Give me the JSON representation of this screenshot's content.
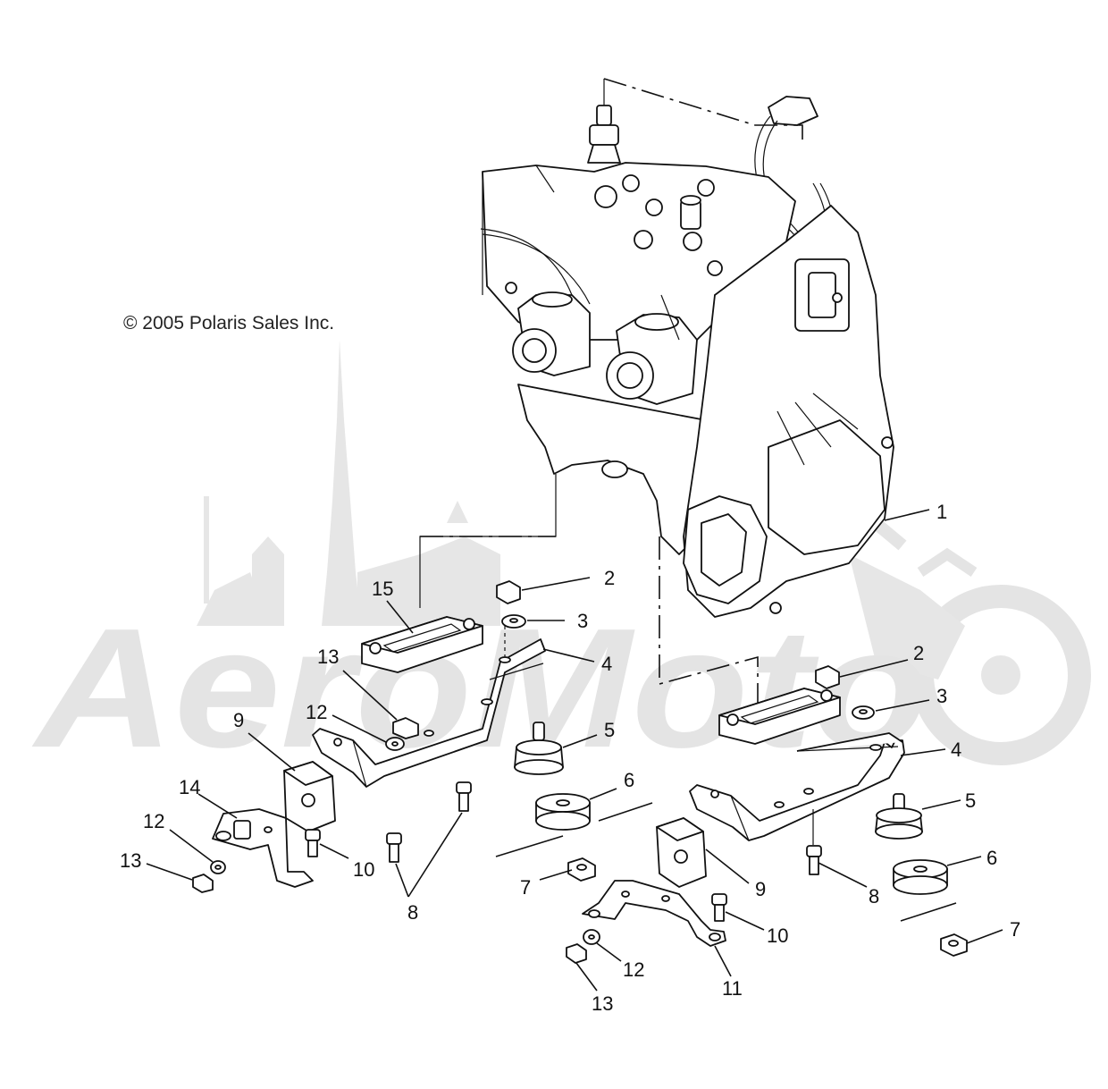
{
  "diagram": {
    "copyright": "© 2005 Polaris Sales Inc.",
    "watermark": "AeroMoto",
    "callouts": [
      {
        "id": "1",
        "label": "1"
      },
      {
        "id": "2a",
        "label": "2"
      },
      {
        "id": "2b",
        "label": "2"
      },
      {
        "id": "3a",
        "label": "3"
      },
      {
        "id": "3b",
        "label": "3"
      },
      {
        "id": "4a",
        "label": "4"
      },
      {
        "id": "4b",
        "label": "4"
      },
      {
        "id": "5a",
        "label": "5"
      },
      {
        "id": "5b",
        "label": "5"
      },
      {
        "id": "6a",
        "label": "6"
      },
      {
        "id": "6b",
        "label": "6"
      },
      {
        "id": "7a",
        "label": "7"
      },
      {
        "id": "7b",
        "label": "7"
      },
      {
        "id": "8a",
        "label": "8"
      },
      {
        "id": "8b",
        "label": "8"
      },
      {
        "id": "9a",
        "label": "9"
      },
      {
        "id": "9b",
        "label": "9"
      },
      {
        "id": "10a",
        "label": "10"
      },
      {
        "id": "10b",
        "label": "10"
      },
      {
        "id": "11",
        "label": "11"
      },
      {
        "id": "12a",
        "label": "12"
      },
      {
        "id": "12b",
        "label": "12"
      },
      {
        "id": "12c",
        "label": "12"
      },
      {
        "id": "13a",
        "label": "13"
      },
      {
        "id": "13b",
        "label": "13"
      },
      {
        "id": "13c",
        "label": "13"
      },
      {
        "id": "14",
        "label": "14"
      },
      {
        "id": "15",
        "label": "15"
      }
    ]
  }
}
